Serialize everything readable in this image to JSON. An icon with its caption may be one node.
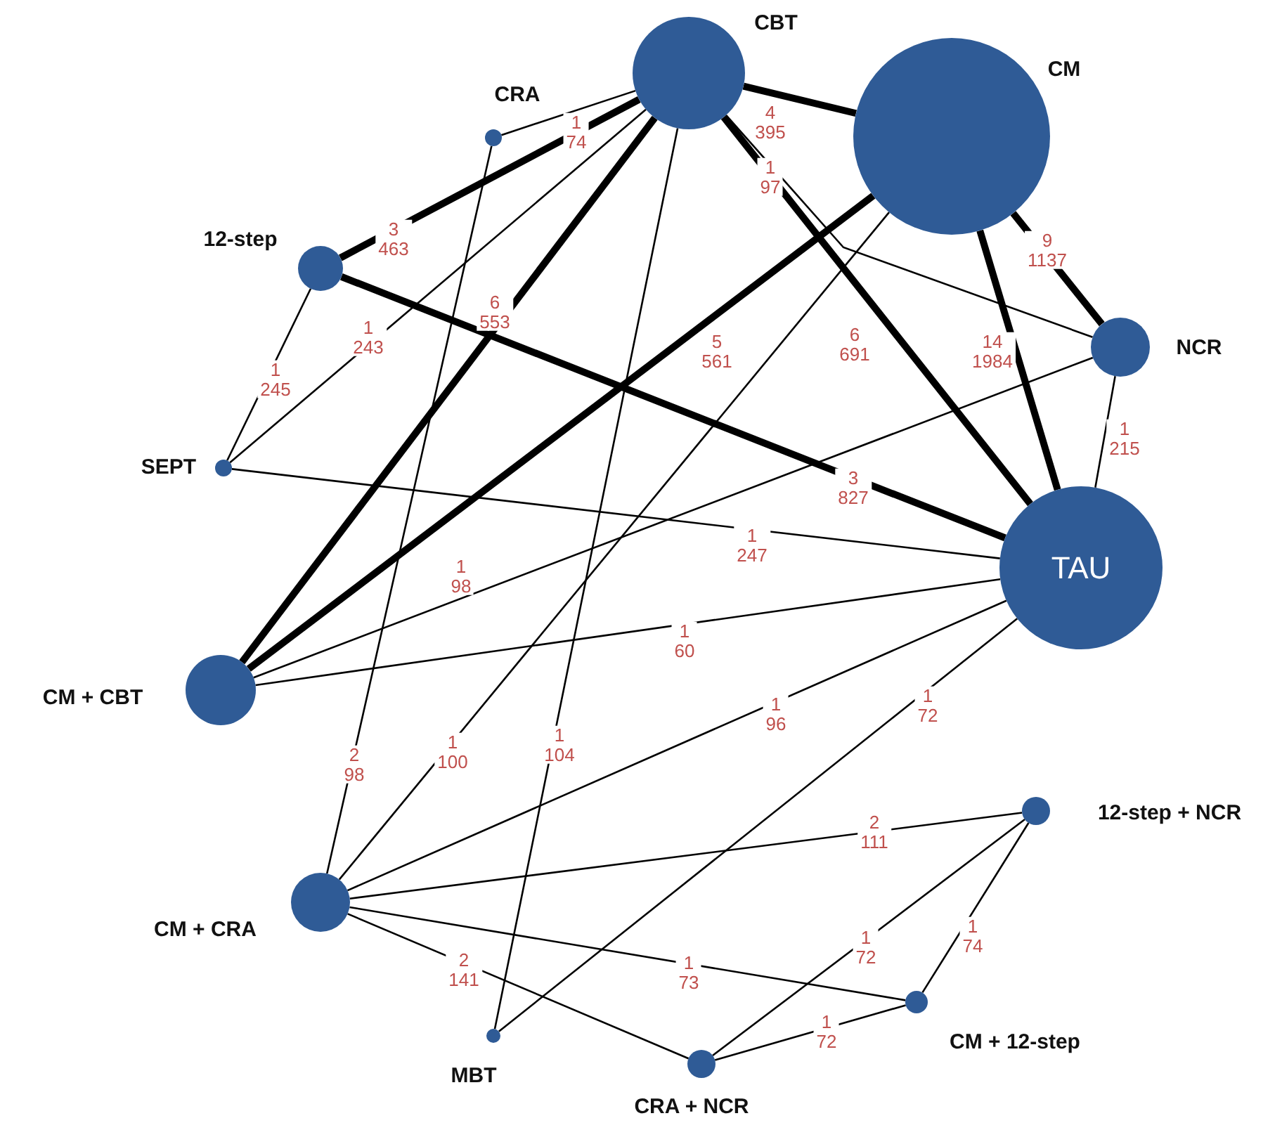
{
  "diagram": {
    "nodes": [
      {
        "text": [
          "CBT"
        ]
      },
      {
        "text": [
          "CM"
        ]
      },
      {
        "text": [
          "CRA"
        ]
      },
      {
        "text": [
          "12-step"
        ]
      },
      {
        "text": [
          "NCR"
        ]
      },
      {
        "text": [
          "SEPT"
        ]
      },
      {
        "text": [
          "TAU"
        ]
      },
      {
        "text": [
          "CM + CBT"
        ]
      },
      {
        "text": [
          "12-step + NCR"
        ]
      },
      {
        "text": [
          "CM + CRA"
        ]
      },
      {
        "text": [
          "CM + 12-step"
        ]
      },
      {
        "text": [
          "MBT"
        ]
      },
      {
        "text": [
          "CRA + NCR"
        ]
      }
    ],
    "edges": [
      {
        "from": 2,
        "to": 0,
        "arrow": "none",
        "label": "1 74"
      },
      {
        "from": 0,
        "to": 1,
        "arrow": "none",
        "label": "4 395",
        "style": "thick"
      },
      {
        "from": 0,
        "to": 4,
        "arrow": "none",
        "label": "1 97"
      },
      {
        "from": 3,
        "to": 0,
        "arrow": "none",
        "label": "3 463",
        "style": "thick"
      },
      {
        "from": 7,
        "to": 0,
        "arrow": "none",
        "label": "6 553",
        "style": "thick"
      },
      {
        "from": 5,
        "to": 0,
        "arrow": "none",
        "label": "1 243"
      },
      {
        "from": 3,
        "to": 5,
        "arrow": "none",
        "label": "1 245"
      },
      {
        "from": 11,
        "to": 0,
        "arrow": "none",
        "label": "1 104"
      },
      {
        "from": 7,
        "to": 1,
        "arrow": "none",
        "label": "5 561",
        "style": "thick"
      },
      {
        "from": 0,
        "to": 6,
        "arrow": "none",
        "label": "6 691",
        "style": "thick"
      },
      {
        "from": 1,
        "to": 6,
        "arrow": "none",
        "label": "14 1984",
        "style": "thick"
      },
      {
        "from": 1,
        "to": 4,
        "arrow": "none",
        "label": "9 1137",
        "style": "thick"
      },
      {
        "from": 4,
        "to": 6,
        "arrow": "none",
        "label": "1 215"
      },
      {
        "from": 3,
        "to": 6,
        "arrow": "none",
        "label": "3 827",
        "style": "thick"
      },
      {
        "from": 5,
        "to": 6,
        "arrow": "none",
        "label": "1 247"
      },
      {
        "from": 7,
        "to": 4,
        "arrow": "none",
        "label": "1 98"
      },
      {
        "from": 7,
        "to": 6,
        "arrow": "none",
        "label": "1 60"
      },
      {
        "from": 2,
        "to": 9,
        "arrow": "none",
        "label": "2 98"
      },
      {
        "from": 1,
        "to": 9,
        "arrow": "none",
        "label": "1 100"
      },
      {
        "from": 9,
        "to": 6,
        "arrow": "none",
        "label": "1 96"
      },
      {
        "from": 11,
        "to": 6,
        "arrow": "none",
        "label": "1 72"
      },
      {
        "from": 9,
        "to": 8,
        "arrow": "none",
        "label": "2 111"
      },
      {
        "from": 9,
        "to": 10,
        "arrow": "none",
        "label": "1 73"
      },
      {
        "from": 9,
        "to": 12,
        "arrow": "none",
        "label": "2 141"
      },
      {
        "from": 12,
        "to": 8,
        "arrow": "none",
        "label": "1 72"
      },
      {
        "from": 12,
        "to": 10,
        "arrow": "none",
        "label": "1 72"
      },
      {
        "from": 10,
        "to": 8,
        "arrow": "none",
        "label": "1 74"
      }
    ]
  }
}
